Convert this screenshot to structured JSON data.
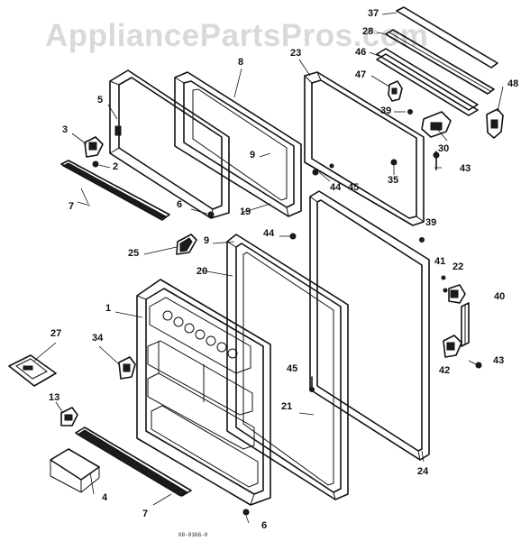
{
  "watermark": "AppliancePartsPros.com",
  "drawing_code": "00-0366-0",
  "part_numbers": {
    "p37": "37",
    "p28": "28",
    "p46": "46",
    "p47": "47",
    "p48": "48",
    "p23": "23",
    "p39a": "39",
    "p30": "30",
    "p43a": "43",
    "p35": "35",
    "p44a": "44",
    "p45a": "45",
    "p8": "8",
    "p5": "5",
    "p3": "3",
    "p2": "2",
    "p9a": "9",
    "p7a": "7",
    "p6a": "6",
    "p19": "19",
    "p44b": "44",
    "p39b": "39",
    "p25": "25",
    "p9b": "9",
    "p41": "41",
    "p22": "22",
    "p40": "40",
    "p20": "20",
    "p1": "1",
    "p27": "27",
    "p34": "34",
    "p43b": "43",
    "p42": "42",
    "p45b": "45",
    "p13": "13",
    "p21": "21",
    "p24": "24",
    "p4": "4",
    "p7b": "7",
    "p6b": "6"
  }
}
